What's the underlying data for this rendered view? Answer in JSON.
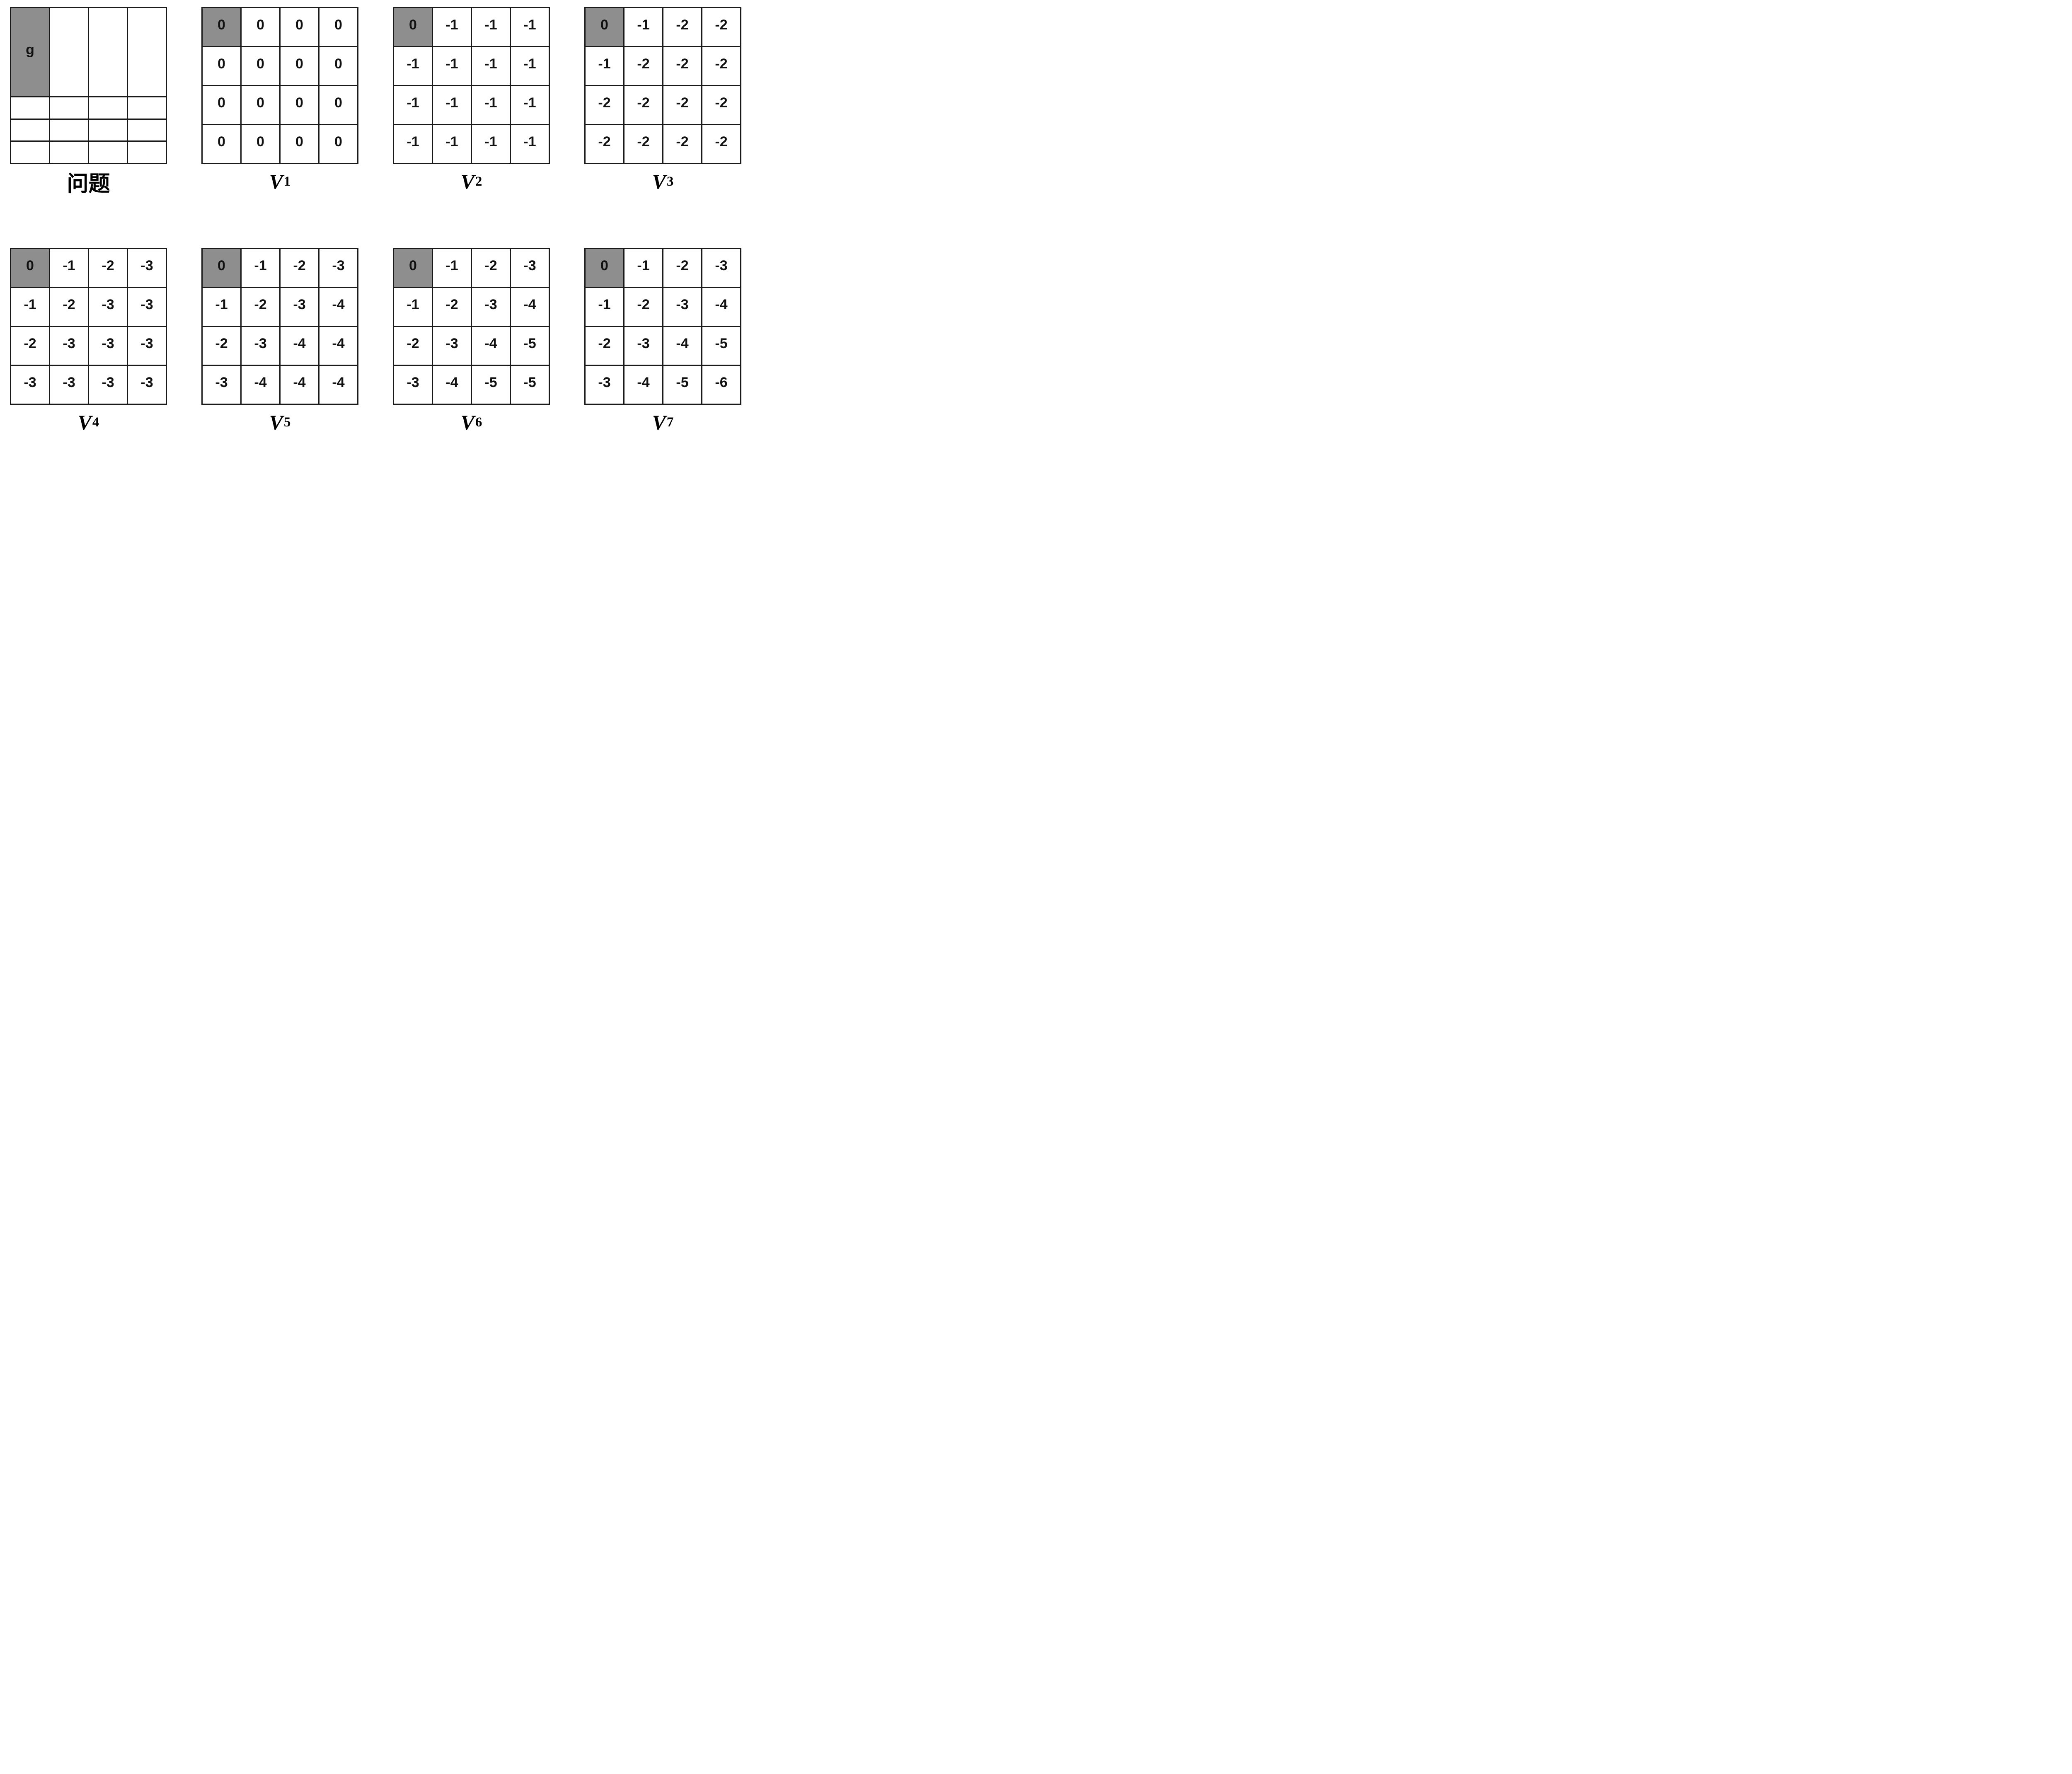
{
  "colors": {
    "goal_cell_bg": "#8e8e8e",
    "grid_line": "#1a1a1a",
    "cell_bg": "#ffffff",
    "text": "#111111"
  },
  "panels": [
    {
      "name": "problem",
      "label": {
        "base": "问题",
        "sub": ""
      },
      "goal": {
        "row": 0,
        "col": 0
      },
      "cells": [
        [
          "g",
          "",
          "",
          ""
        ],
        [
          "",
          "",
          "",
          ""
        ],
        [
          "",
          "",
          "",
          ""
        ],
        [
          "",
          "",
          "",
          ""
        ]
      ]
    },
    {
      "name": "V1",
      "label": {
        "base": "V",
        "sub": "1"
      },
      "goal": {
        "row": 0,
        "col": 0
      },
      "cells": [
        [
          "0",
          "0",
          "0",
          "0"
        ],
        [
          "0",
          "0",
          "0",
          "0"
        ],
        [
          "0",
          "0",
          "0",
          "0"
        ],
        [
          "0",
          "0",
          "0",
          "0"
        ]
      ]
    },
    {
      "name": "V2",
      "label": {
        "base": "V",
        "sub": "2"
      },
      "goal": {
        "row": 0,
        "col": 0
      },
      "cells": [
        [
          "0",
          "-1",
          "-1",
          "-1"
        ],
        [
          "-1",
          "-1",
          "-1",
          "-1"
        ],
        [
          "-1",
          "-1",
          "-1",
          "-1"
        ],
        [
          "-1",
          "-1",
          "-1",
          "-1"
        ]
      ]
    },
    {
      "name": "V3",
      "label": {
        "base": "V",
        "sub": "3"
      },
      "goal": {
        "row": 0,
        "col": 0
      },
      "cells": [
        [
          "0",
          "-1",
          "-2",
          "-2"
        ],
        [
          "-1",
          "-2",
          "-2",
          "-2"
        ],
        [
          "-2",
          "-2",
          "-2",
          "-2"
        ],
        [
          "-2",
          "-2",
          "-2",
          "-2"
        ]
      ]
    },
    {
      "name": "V4",
      "label": {
        "base": "V",
        "sub": "4"
      },
      "goal": {
        "row": 0,
        "col": 0
      },
      "cells": [
        [
          "0",
          "-1",
          "-2",
          "-3"
        ],
        [
          "-1",
          "-2",
          "-3",
          "-3"
        ],
        [
          "-2",
          "-3",
          "-3",
          "-3"
        ],
        [
          "-3",
          "-3",
          "-3",
          "-3"
        ]
      ]
    },
    {
      "name": "V5",
      "label": {
        "base": "V",
        "sub": "5"
      },
      "goal": {
        "row": 0,
        "col": 0
      },
      "cells": [
        [
          "0",
          "-1",
          "-2",
          "-3"
        ],
        [
          "-1",
          "-2",
          "-3",
          "-4"
        ],
        [
          "-2",
          "-3",
          "-4",
          "-4"
        ],
        [
          "-3",
          "-4",
          "-4",
          "-4"
        ]
      ]
    },
    {
      "name": "V6",
      "label": {
        "base": "V",
        "sub": "6"
      },
      "goal": {
        "row": 0,
        "col": 0
      },
      "cells": [
        [
          "0",
          "-1",
          "-2",
          "-3"
        ],
        [
          "-1",
          "-2",
          "-3",
          "-4"
        ],
        [
          "-2",
          "-3",
          "-4",
          "-5"
        ],
        [
          "-3",
          "-4",
          "-5",
          "-5"
        ]
      ]
    },
    {
      "name": "V7",
      "label": {
        "base": "V",
        "sub": "7"
      },
      "goal": {
        "row": 0,
        "col": 0
      },
      "cells": [
        [
          "0",
          "-1",
          "-2",
          "-3"
        ],
        [
          "-1",
          "-2",
          "-3",
          "-4"
        ],
        [
          "-2",
          "-3",
          "-4",
          "-5"
        ],
        [
          "-3",
          "-4",
          "-5",
          "-6"
        ]
      ]
    }
  ]
}
